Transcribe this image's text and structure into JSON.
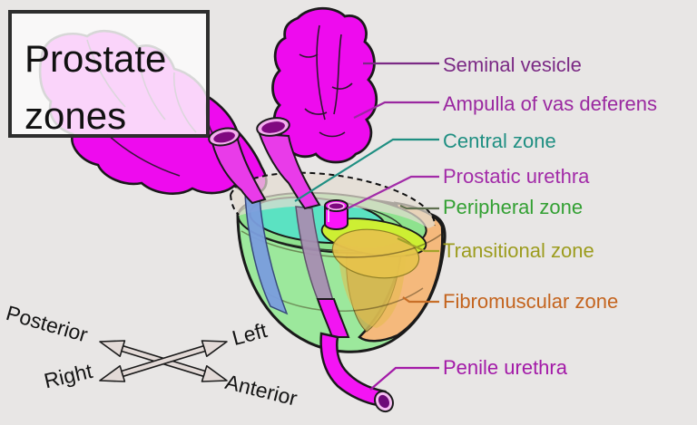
{
  "title": {
    "line1": "Prostate",
    "line2": "zones"
  },
  "labels": [
    {
      "id": "seminal-vesicle",
      "text": "Seminal vesicle",
      "color": "#7b2a85"
    },
    {
      "id": "ampulla",
      "text": "Ampulla of vas deferens",
      "color": "#9a28a0"
    },
    {
      "id": "central-zone",
      "text": "Central zone",
      "color": "#1f8f82"
    },
    {
      "id": "prostatic-urethra",
      "text": "Prostatic urethra",
      "color": "#a22ba8"
    },
    {
      "id": "peripheral-zone",
      "text": "Peripheral zone",
      "color": "#33a033"
    },
    {
      "id": "transitional-zone",
      "text": "Transitional zone",
      "color": "#9c9c1e"
    },
    {
      "id": "fibromuscular-zone",
      "text": "Fibromuscular zone",
      "color": "#c4641e"
    },
    {
      "id": "penile-urethra",
      "text": "Penile urethra",
      "color": "#a31aa8"
    }
  ],
  "compass": {
    "posterior": "Posterior",
    "left_label": "Left",
    "right_label": "Right",
    "anterior": "Anterior"
  },
  "colors": {
    "background": "#e8e6e5",
    "seminal_vesicle_magenta": "#ee0bee",
    "vesicle_behind_box_pink": "#f6c8f0",
    "duct_opening_purple": "#800980",
    "central_zone_teal": "#5be2c2",
    "peripheral_zone_green": "#9ce89c",
    "transitional_yellow_green": "#cdef33",
    "transitional_gold": "#e7c34c",
    "fibromuscular_orange": "#f5b97c",
    "olive_band": "#c2b157",
    "cut_plane_beige": "#e3ddd1",
    "outline_dark": "#1a1a1a",
    "compass_arrow_fill": "#e3dad7"
  }
}
